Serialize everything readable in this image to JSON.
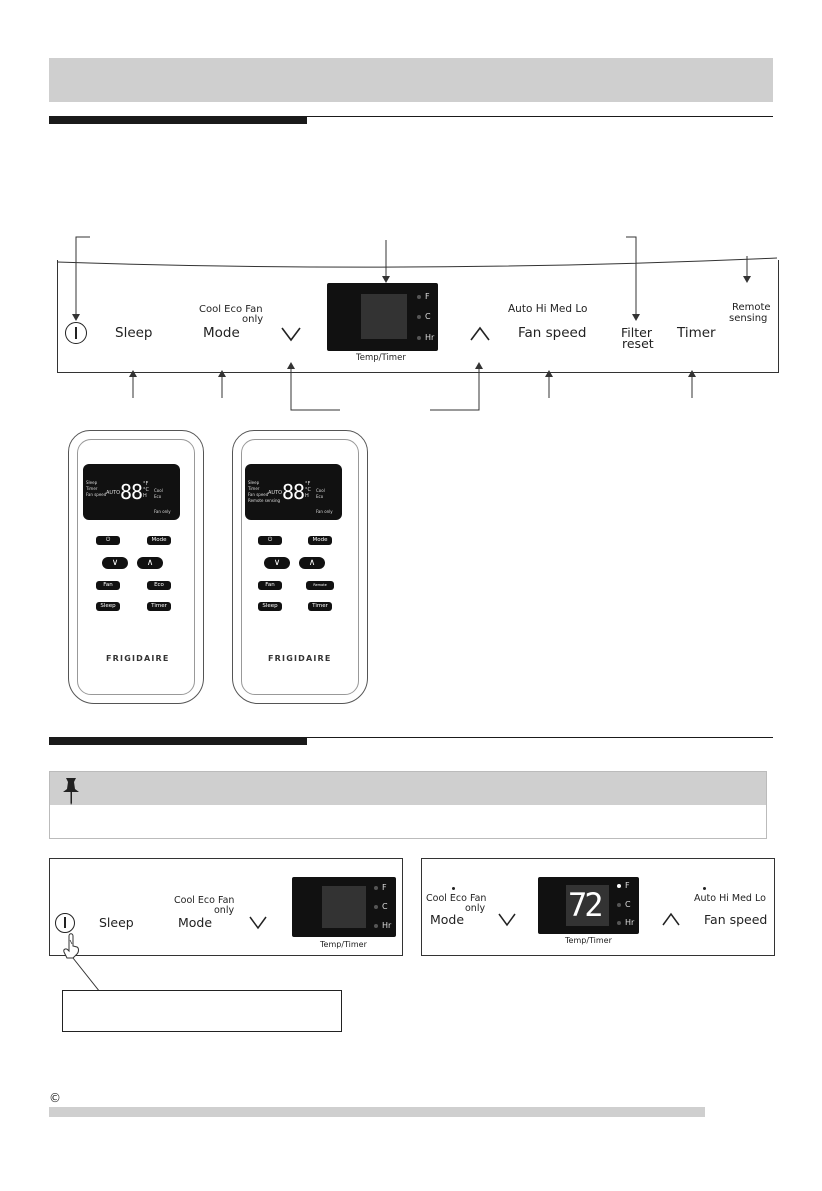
{
  "control_panel": {
    "sleep": "Sleep",
    "mode_options": "Cool Eco Fan",
    "mode_only": "only",
    "mode": "Mode",
    "display_f": "F",
    "display_c": "C",
    "display_hr": "Hr",
    "display_label": "Temp/Timer",
    "fan_options": "Auto Hi Med Lo",
    "fan_speed": "Fan speed",
    "filter_line1": "Filter",
    "filter_line2": "reset",
    "timer": "Timer",
    "remote_line1": "Remote",
    "remote_line2": "sensing"
  },
  "remote_left": {
    "lcd_sleep": "Sleep",
    "lcd_timer": "Timer",
    "lcd_fanspeed": "Fan speed",
    "lcd_auto": "AUTO",
    "lcd_digits": "88",
    "lcd_f": "°F",
    "lcd_c": "°C",
    "lcd_h": "H",
    "lcd_cool": "Cool",
    "lcd_eco": "Eco",
    "lcd_fanonly": "Fan only",
    "btn_mode": "Mode",
    "btn_fan": "Fan",
    "btn_eco": "Eco",
    "btn_sleep": "Sleep",
    "btn_timer": "Timer",
    "brand": "FRIGIDAIRE"
  },
  "remote_right": {
    "lcd_sleep": "Sleep",
    "lcd_timer": "Timer",
    "lcd_fanspeed": "Fan speed",
    "lcd_remote": "Remote sensing",
    "lcd_auto": "AUTO",
    "lcd_digits": "88",
    "lcd_f": "°F",
    "lcd_c": "°C",
    "lcd_h": "H",
    "lcd_cool": "Cool",
    "lcd_eco": "Eco",
    "lcd_fanonly": "Fan only",
    "btn_mode": "Mode",
    "btn_fan": "Fan",
    "btn_remote": "Remote sensing",
    "btn_sleep": "Sleep",
    "btn_timer": "Timer",
    "brand": "FRIGIDAIRE"
  },
  "panel_left": {
    "sleep": "Sleep",
    "mode_options": "Cool Eco Fan",
    "mode_only": "only",
    "mode": "Mode",
    "display_f": "F",
    "display_c": "C",
    "display_hr": "Hr",
    "display_label": "Temp/Timer"
  },
  "panel_right": {
    "mode_options": "Cool Eco Fan",
    "mode_only": "only",
    "mode": "Mode",
    "digits": "72",
    "display_f": "F",
    "display_c": "C",
    "display_hr": "Hr",
    "display_label": "Temp/Timer",
    "fan_options": "Auto Hi Med Lo",
    "fan_speed": "Fan speed"
  },
  "footer": {
    "copyright": "©"
  }
}
